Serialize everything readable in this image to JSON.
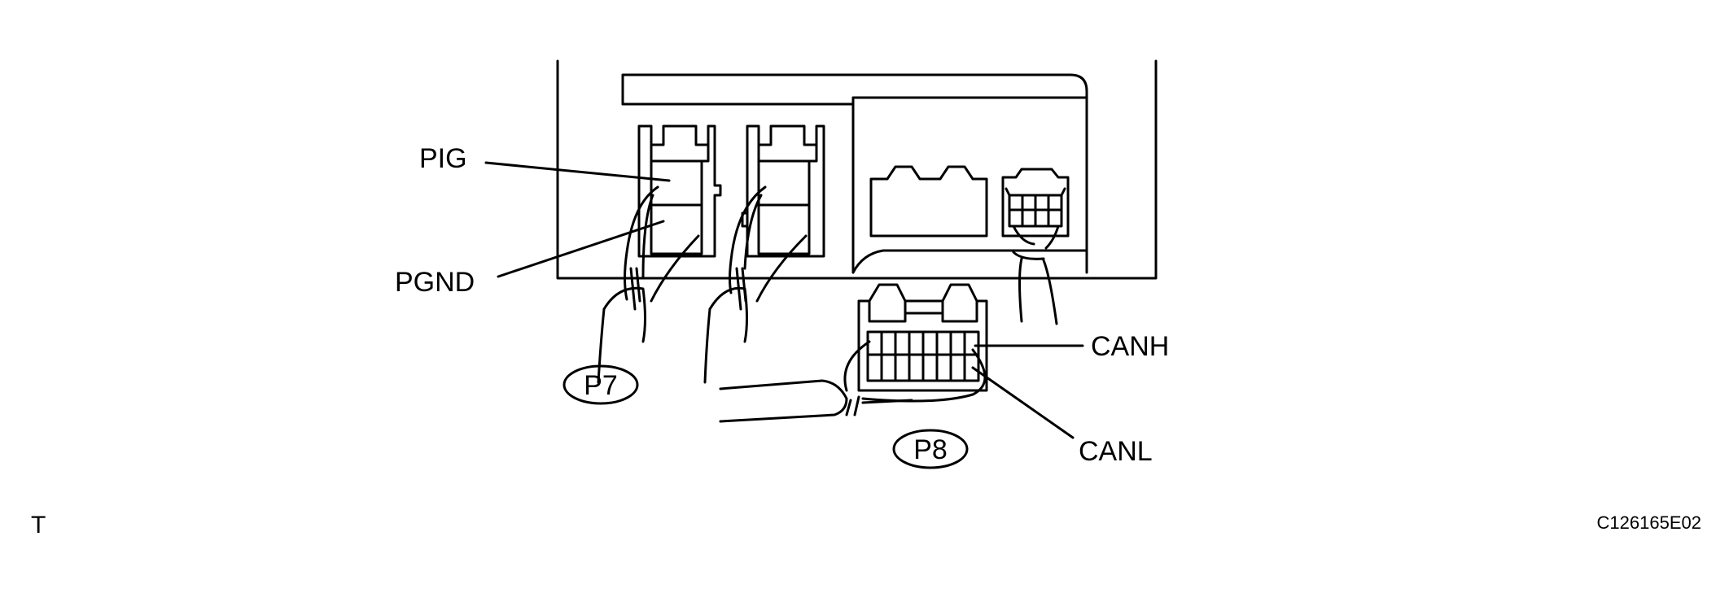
{
  "labels": {
    "pig": "PIG",
    "pgnd": "PGND",
    "canh": "CANH",
    "canl": "CANL",
    "p7": "P7",
    "p8": "P8",
    "corner_left": "T",
    "figure_code": "C126165E02"
  },
  "colors": {
    "line": "#000000",
    "background": "#ffffff"
  }
}
